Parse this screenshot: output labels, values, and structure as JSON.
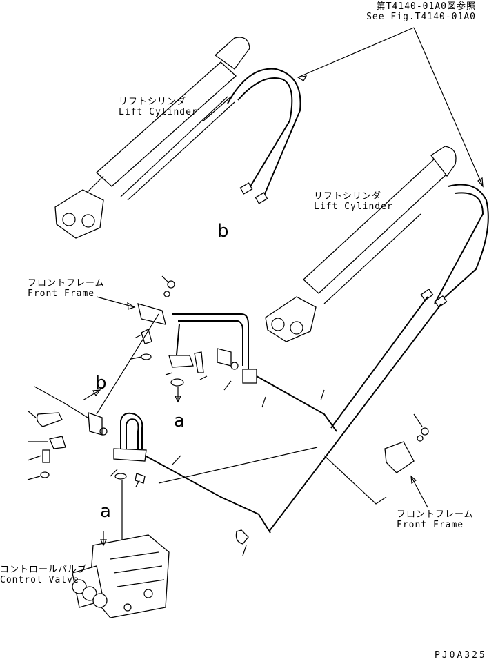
{
  "reference": {
    "jp": "第T4140-01A0図参照",
    "en": "See Fig.T4140-01A0"
  },
  "lift_cylinder_left": {
    "jp": "リフトシリンダ",
    "en": "Lift Cylinder"
  },
  "lift_cylinder_right": {
    "jp": "リフトシリンダ",
    "en": "Lift Cylinder"
  },
  "front_frame_left": {
    "jp": "フロントフレーム",
    "en": "Front Frame"
  },
  "front_frame_right": {
    "jp": "フロントフレーム",
    "en": "Front Frame"
  },
  "control_valve": {
    "jp": "コントロールバルブ",
    "en": "Control Valve"
  },
  "callouts": {
    "b1": "b",
    "b2": "b",
    "a1": "a",
    "a2": "a"
  },
  "drawing_code": "PJ0A325"
}
